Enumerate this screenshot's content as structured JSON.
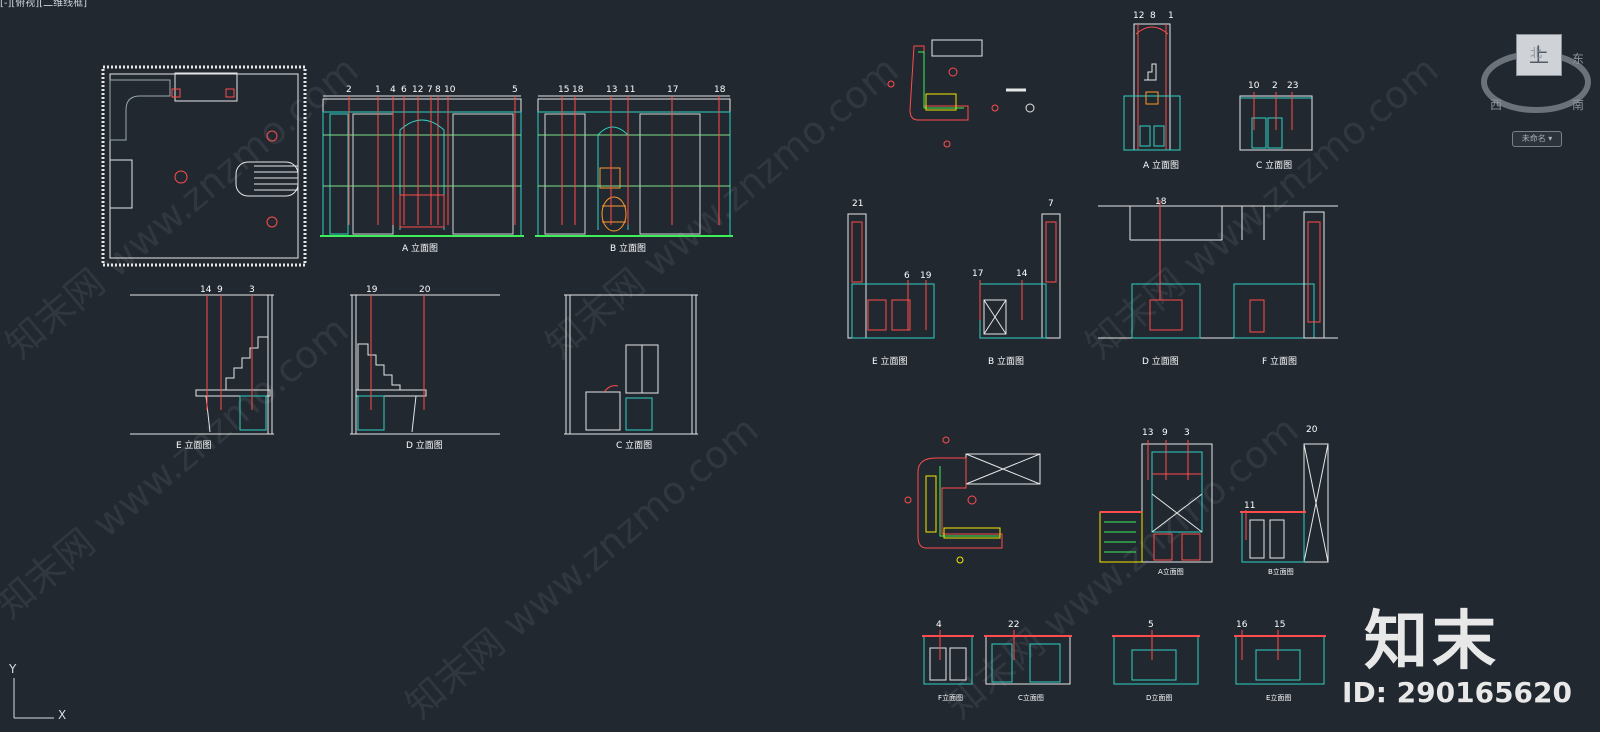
{
  "title_bar": "[-][俯视][二维线框]",
  "viewcube": {
    "face": "上",
    "north": "北",
    "east": "东",
    "south": "南",
    "west": "西",
    "wcs": "未命名 ▾"
  },
  "ucs": {
    "x": "X",
    "y": "Y"
  },
  "brand": {
    "logo": "知末",
    "id": "ID: 290165620"
  },
  "watermark": "知末网 www.znzmo.com",
  "captions": {
    "left_a": "A 立面图",
    "left_b": "B 立面图",
    "left_e": "E 立面图",
    "left_d": "D 立面图",
    "left_c": "C 立面图",
    "mid_a": "A 立面图",
    "mid_c": "C 立面图",
    "mid_e": "E 立面图",
    "mid_b": "B 立面图",
    "mid_d": "D 立面图",
    "mid_f": "F 立面图",
    "low_a": "A立面图",
    "low_b": "B立面图",
    "bot_f": "F立面图",
    "bot_c": "C立面图",
    "bot_d": "D立面图",
    "bot_e": "E立面图"
  },
  "numbers": {
    "a_row": [
      "2",
      "1",
      "4",
      "6",
      "12",
      "7",
      "8",
      "10",
      "5"
    ],
    "b_row": [
      "15",
      "18",
      "13",
      "11",
      "17",
      "18"
    ],
    "e_row": [
      "14",
      "9",
      "3"
    ],
    "d_row": [
      "19",
      "20"
    ],
    "ra_row": [
      "12",
      "8",
      "1"
    ],
    "rc_row": [
      "10",
      "2",
      "23"
    ],
    "re_row": [
      "21",
      "6",
      "19"
    ],
    "rb_row": [
      "7",
      "17",
      "14"
    ],
    "rd_row": [
      "18"
    ],
    "la_row": [
      "13",
      "9",
      "3"
    ],
    "lb_row": [
      "20",
      "11"
    ],
    "bot_row": [
      "4",
      "22",
      "5",
      "16",
      "15"
    ]
  }
}
